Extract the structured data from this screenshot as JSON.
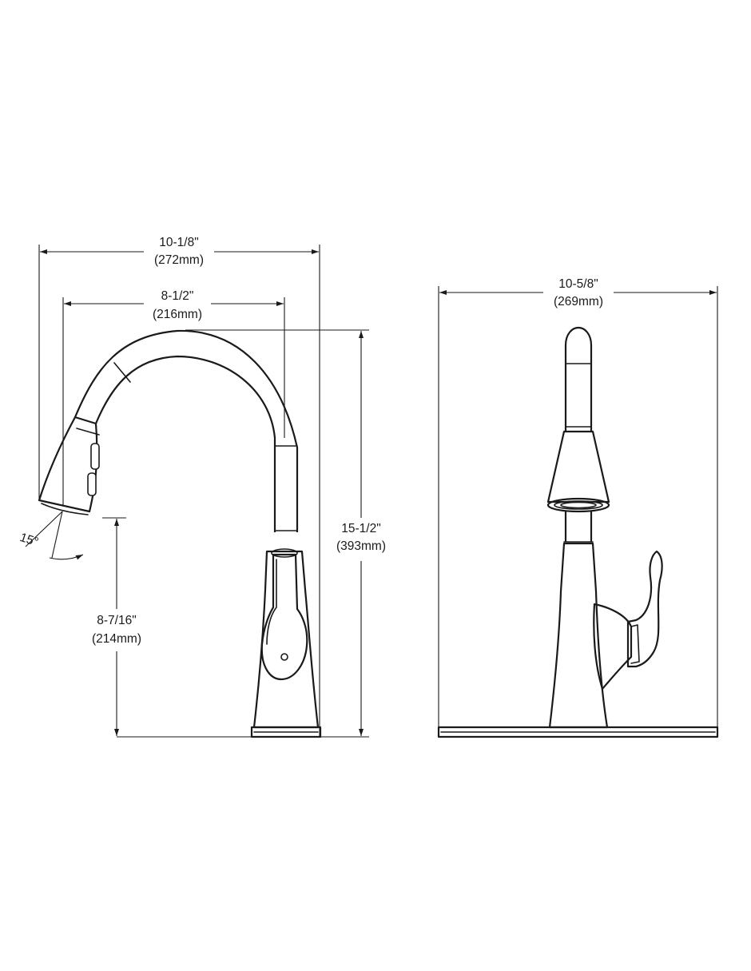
{
  "side_view": {
    "overall_width": {
      "imperial": "10-1/8\"",
      "metric": "(272mm)"
    },
    "reach": {
      "imperial": "8-1/2\"",
      "metric": "(216mm)"
    },
    "overall_height": {
      "imperial": "15-1/2\"",
      "metric": "(393mm)"
    },
    "spout_height": {
      "imperial": "8-7/16\"",
      "metric": "(214mm)"
    },
    "spray_angle": "15°"
  },
  "front_view": {
    "deck_width": {
      "imperial": "10-5/8\"",
      "metric": "(269mm)"
    }
  }
}
